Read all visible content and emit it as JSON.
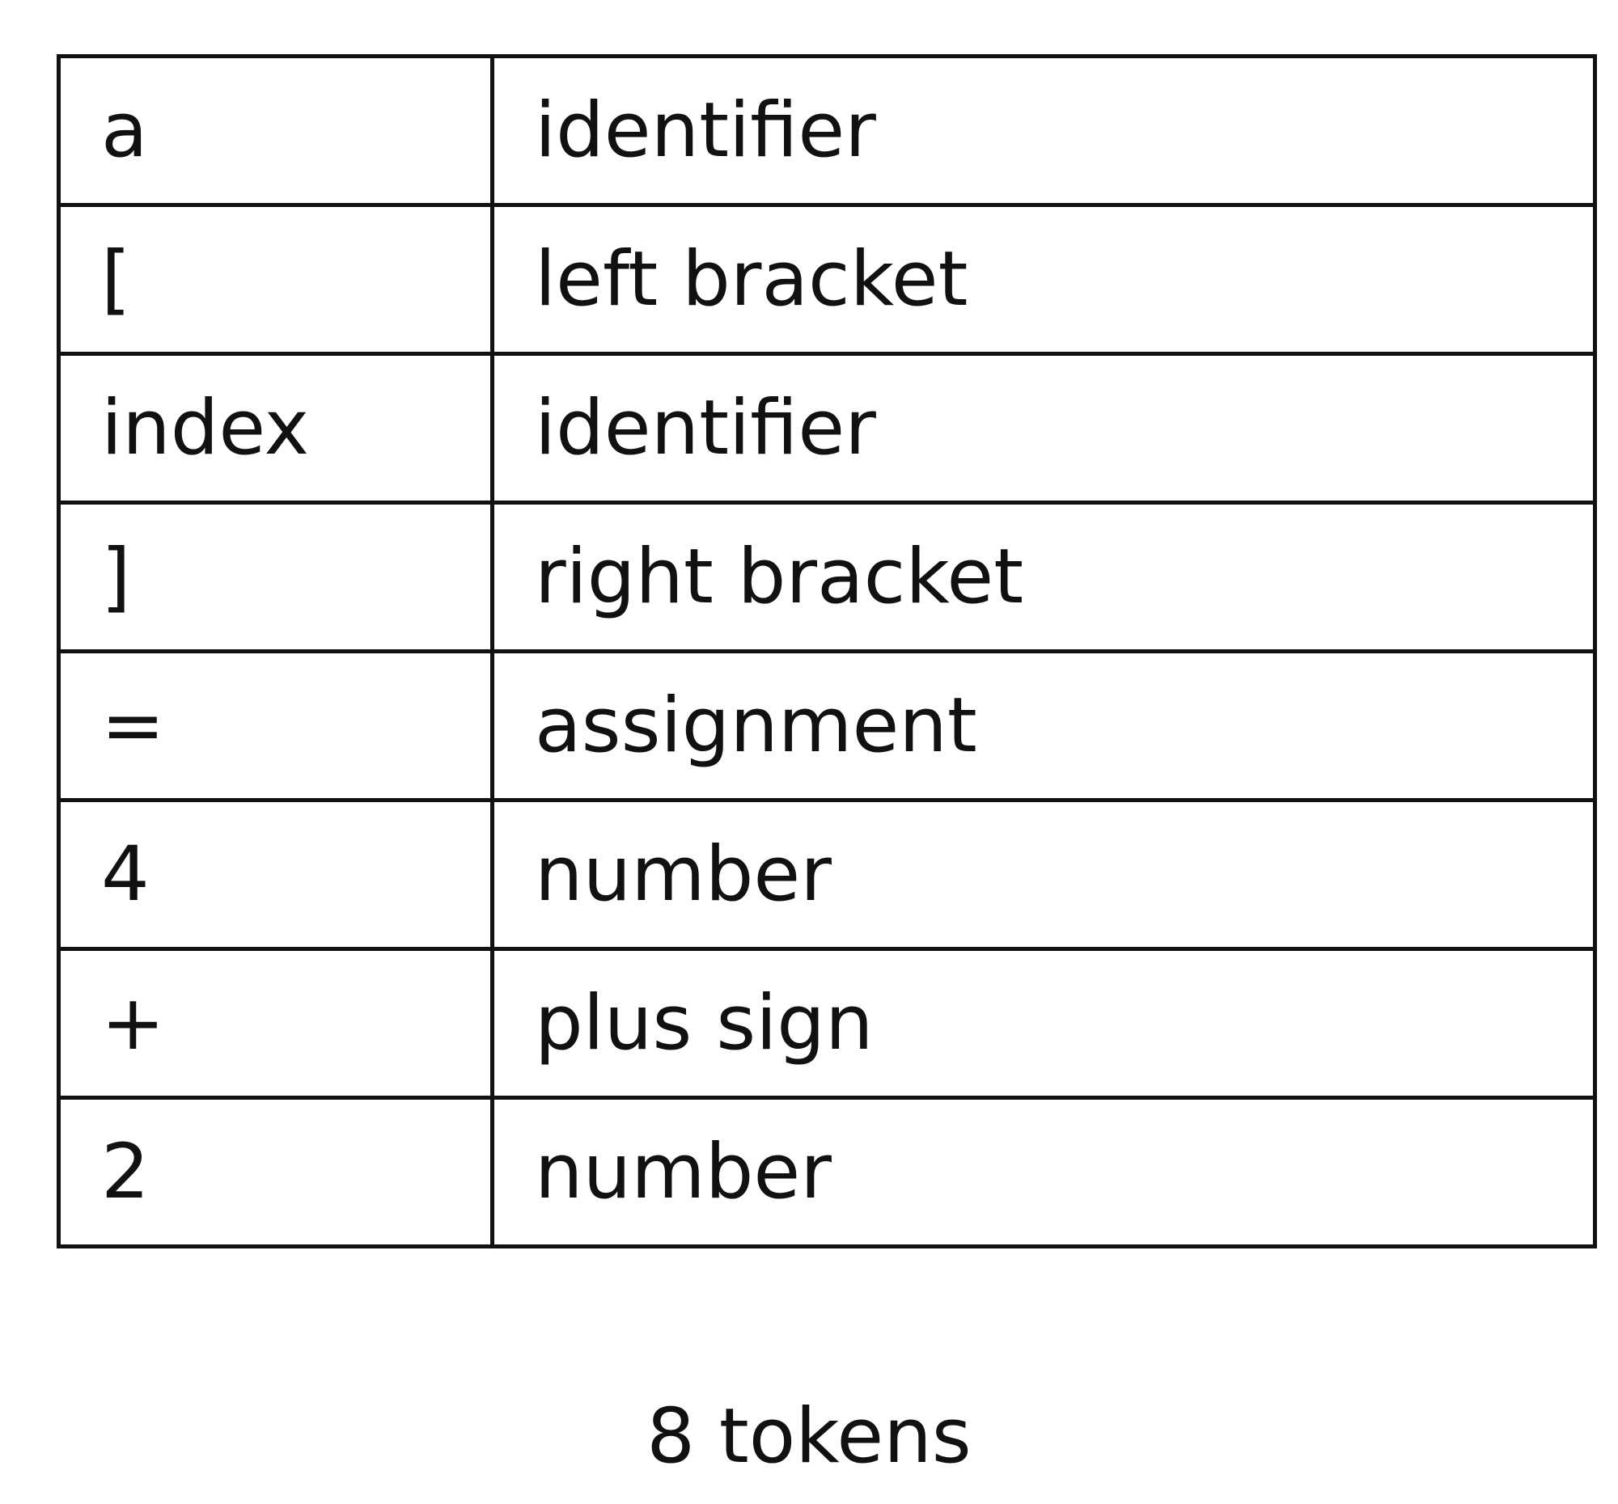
{
  "tokens": [
    {
      "lexeme": "a",
      "type": "identifier"
    },
    {
      "lexeme": "[",
      "type": "left bracket"
    },
    {
      "lexeme": "index",
      "type": "identifier"
    },
    {
      "lexeme": "]",
      "type": "right bracket"
    },
    {
      "lexeme": "=",
      "type": "assignment"
    },
    {
      "lexeme": "4",
      "type": "number"
    },
    {
      "lexeme": "+",
      "type": "plus sign"
    },
    {
      "lexeme": "2",
      "type": "number"
    }
  ],
  "caption": "8 tokens"
}
